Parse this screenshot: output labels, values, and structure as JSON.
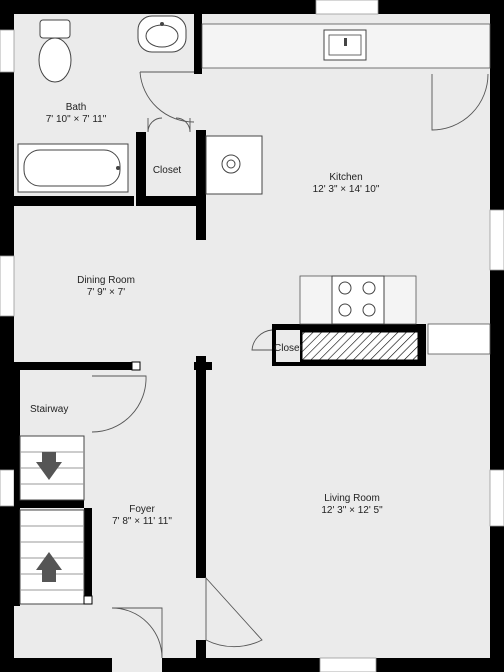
{
  "rooms": {
    "bath": {
      "name": "Bath",
      "dims": "7' 10\" × 7' 11\""
    },
    "closet_bath": {
      "name": "Closet"
    },
    "kitchen": {
      "name": "Kitchen",
      "dims": "12' 3\" × 14' 10\""
    },
    "dining": {
      "name": "Dining Room",
      "dims": "7' 9\" × 7'"
    },
    "closet_kitchen": {
      "name": "Closet"
    },
    "stairway": {
      "name": "Stairway"
    },
    "foyer": {
      "name": "Foyer",
      "dims": "7' 8\" × 11' 11\""
    },
    "living": {
      "name": "Living Room",
      "dims": "12' 3\" × 12' 5\""
    }
  },
  "colors": {
    "wall": "#000000",
    "floor": "#ebebeb",
    "fixture": "#ffffff",
    "counter": "#f4f4f4",
    "window": "#ffffff",
    "arrow": "#555555"
  }
}
